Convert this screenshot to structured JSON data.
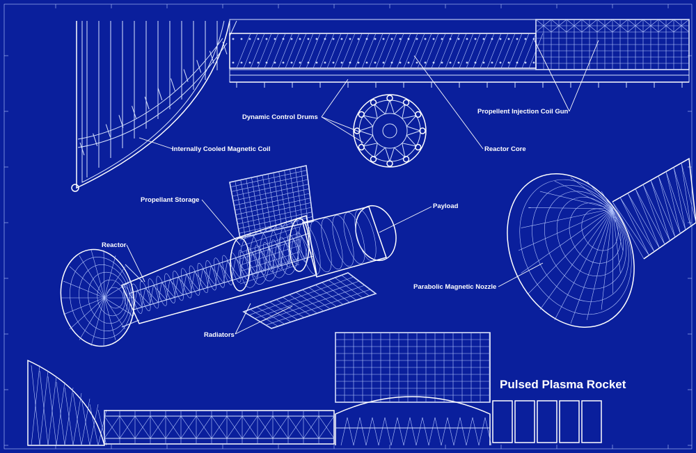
{
  "title": "Pulsed Plasma Rocket",
  "labels": {
    "dynamic_control_drums": "Dynamic Control Drums",
    "propellant_injection_coil_gun": "Propellent Injection Coil Gun",
    "internally_cooled_magnetic_coil": "Internally Cooled Magnetic Coil",
    "reactor_core": "Reactor Core",
    "propellant_storage": "Propellant Storage",
    "payload": "Payload",
    "reactor": "Reactor",
    "parabolic_magnetic_nozzle": "Parabolic Magnetic Nozzle",
    "radiators": "Radiators"
  },
  "colors": {
    "background": "#0a1f9c",
    "line": "#dbe6ff",
    "text": "#ffffff"
  }
}
